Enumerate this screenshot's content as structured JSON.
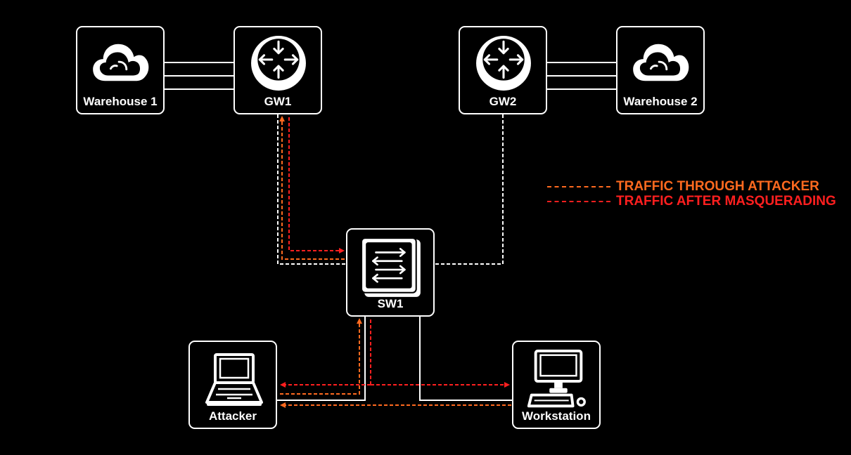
{
  "nodes": {
    "warehouse1": {
      "label": "Warehouse 1"
    },
    "gw1": {
      "label": "GW1"
    },
    "gw2": {
      "label": "GW2"
    },
    "warehouse2": {
      "label": "Warehouse 2"
    },
    "sw1": {
      "label": "SW1"
    },
    "attacker": {
      "label": "Attacker"
    },
    "workstation": {
      "label": "Workstation"
    }
  },
  "legend": {
    "through_attacker": {
      "label": "TRAFFIC THROUGH ATTACKER",
      "color": "#ff6a1f"
    },
    "after_masquerading": {
      "label": "TRAFFIC AFTER MASQUERADING",
      "color": "#ff1f1f"
    }
  },
  "colors": {
    "background": "#000000",
    "foreground": "#ffffff"
  }
}
